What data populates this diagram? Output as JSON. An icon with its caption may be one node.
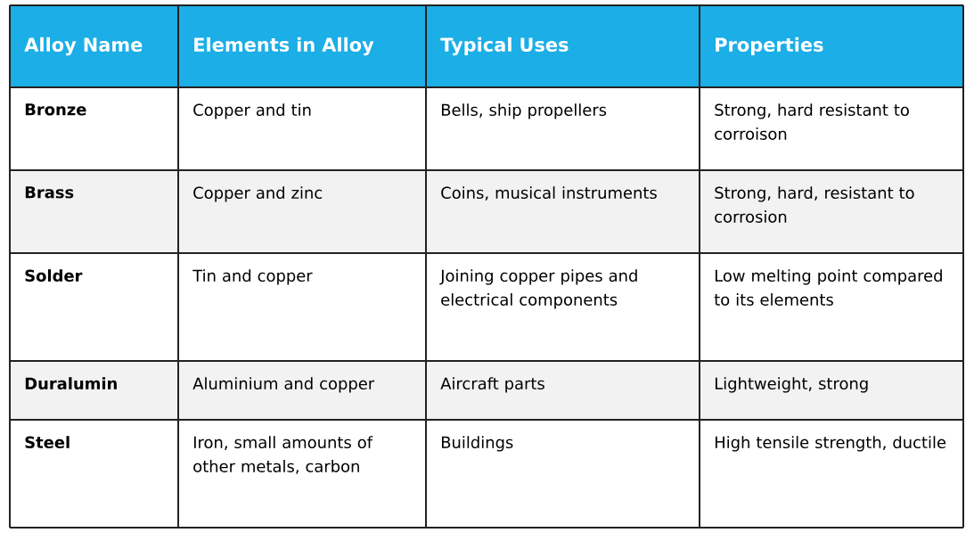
{
  "diagram": {
    "labels": [
      "Alloy Name",
      "Elements in Alloy",
      "Typical Uses",
      "Properties",
      "Bronze",
      "Copper and tin",
      "Bells, ship propellers",
      "Strong, hard resistant to corroison",
      "Brass",
      "Copper and zinc",
      "Coins, musical instruments",
      "Strong, hard, resistant to corrosion",
      "Solder",
      "Tin and copper",
      "Joining copper pipes and electrical components",
      "Low melting point compared to its elements",
      "Duralumin",
      "Aluminium and copper",
      "Aircraft parts",
      "Lightweight, strong",
      "Steel",
      "Iron, small amounts of other metals, carbon",
      "Buildings",
      "High tensile strength, ductile"
    ]
  }
}
